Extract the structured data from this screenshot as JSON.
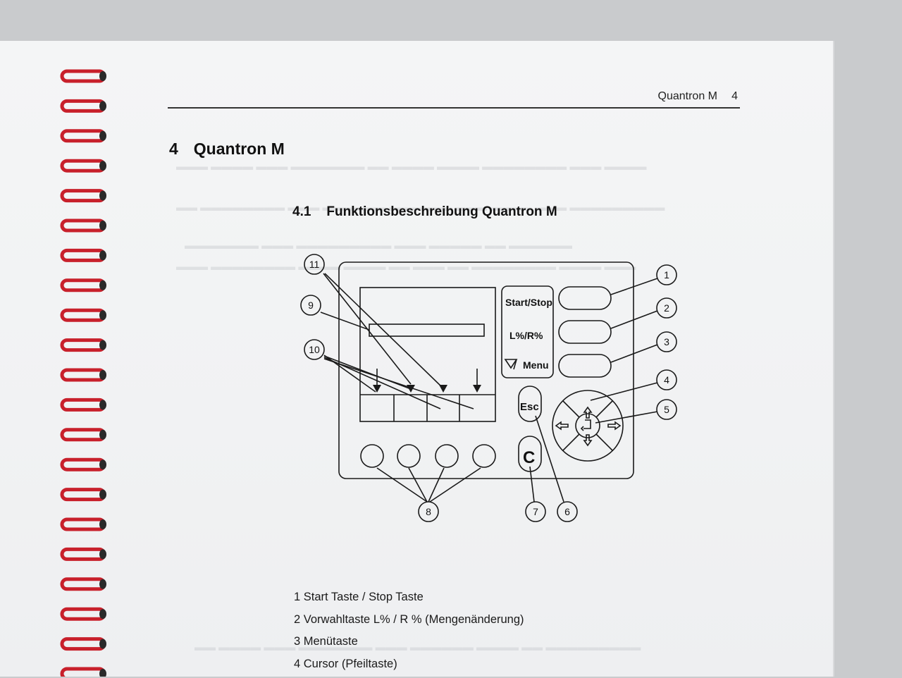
{
  "header": {
    "title": "Quantron M",
    "page_number": "4"
  },
  "chapter": {
    "number": "4",
    "title": "Quantron M"
  },
  "section": {
    "number": "4.1",
    "title": "Funktionsbeschreibung Quantron M"
  },
  "diagram": {
    "keys": {
      "start_stop": "Start/Stop",
      "l_r": "L%/R%",
      "menu": "Menu",
      "esc": "Esc",
      "c": "C"
    },
    "callouts": [
      "1",
      "2",
      "3",
      "4",
      "5",
      "6",
      "7",
      "8",
      "9",
      "10",
      "11"
    ]
  },
  "legend": [
    "1 Start Taste / Stop Taste",
    "2 Vorwahltaste L% / R % (Mengenänderung)",
    "3 Menütaste",
    "4 Cursor (Pfeiltaste)"
  ],
  "colors": {
    "spiral": "#c8202b",
    "ink": "#1a1a1a",
    "paper": "#f3f4f5"
  }
}
